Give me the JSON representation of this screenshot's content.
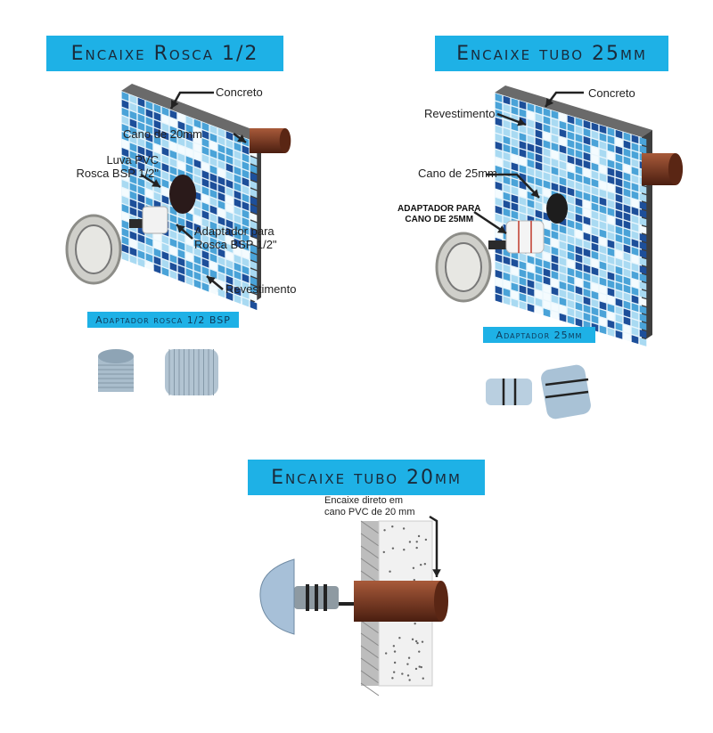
{
  "panels": {
    "rosca": {
      "title": "Encaixe Rosca 1/2",
      "labels": {
        "concreto": "Concreto",
        "cano": "Cano de 20mm",
        "luva_line1": "Luva PVC",
        "luva_line2": "Rosca BSP 1/2\"",
        "adaptador_line1": "Adaptador para",
        "adaptador_line2": "Rosca BSP 1/2\"",
        "revestimento": "Revestimento"
      },
      "caption": "Adaptador rosca 1/2 BSP"
    },
    "tubo25": {
      "title": "Encaixe tubo 25mm",
      "labels": {
        "concreto": "Concreto",
        "revestimento": "Revestimento",
        "cano": "Cano de 25mm",
        "adaptador_line1": "ADAPTADOR PARA",
        "adaptador_line2": "CANO DE 25MM"
      },
      "caption": "Adaptador 25mm"
    },
    "tubo20": {
      "title": "Encaixe tubo 20mm",
      "labels": {
        "encaixe_line1": "Encaixe direto em",
        "encaixe_line2": "cano PVC de 20 mm"
      }
    }
  },
  "colors": {
    "banner": "#1eb1e6",
    "pipe": "#7a3a22",
    "tile_dark": "#1d4f9a",
    "tile_mid": "#4aa3d8",
    "tile_light": "#a9daf2"
  }
}
